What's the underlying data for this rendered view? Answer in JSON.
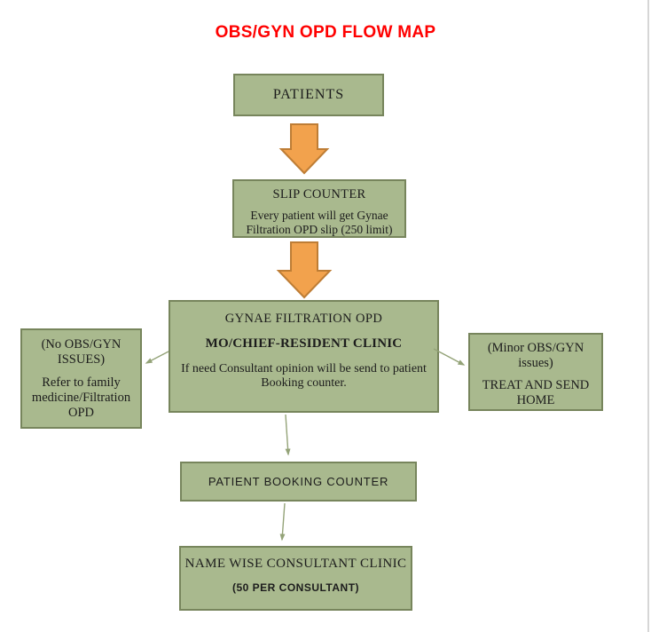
{
  "title": "OBS/GYN OPD FLOW MAP",
  "colors": {
    "title_red": "#ff0000",
    "node_fill": "#a9b98e",
    "node_border": "#77855c",
    "block_arrow_fill": "#f2a24d",
    "block_arrow_border": "#be7d35",
    "connector": "#94a378"
  },
  "nodes": {
    "patients": {
      "label": "PATIENTS"
    },
    "slip_counter": {
      "heading": "SLIP COUNTER",
      "body": "Every patient will get Gynae Filtration OPD slip (250 limit)"
    },
    "gynae_filtration": {
      "heading": "GYNAE FILTRATION OPD",
      "subheading": "MO/CHIEF-RESIDENT CLINIC",
      "body": "If need Consultant opinion will be send to patient Booking counter."
    },
    "no_issues": {
      "line1": "(No OBS/GYN ISSUES)",
      "line2": "Refer to family medicine/Filtration OPD"
    },
    "minor_issues": {
      "line1": "(Minor OBS/GYN issues)",
      "line2": "TREAT AND SEND HOME"
    },
    "booking_counter": {
      "label": "PATIENT BOOKING COUNTER"
    },
    "consultant_clinic": {
      "heading": "NAME WISE CONSULTANT CLINIC",
      "body": "(50 PER CONSULTANT)"
    }
  }
}
